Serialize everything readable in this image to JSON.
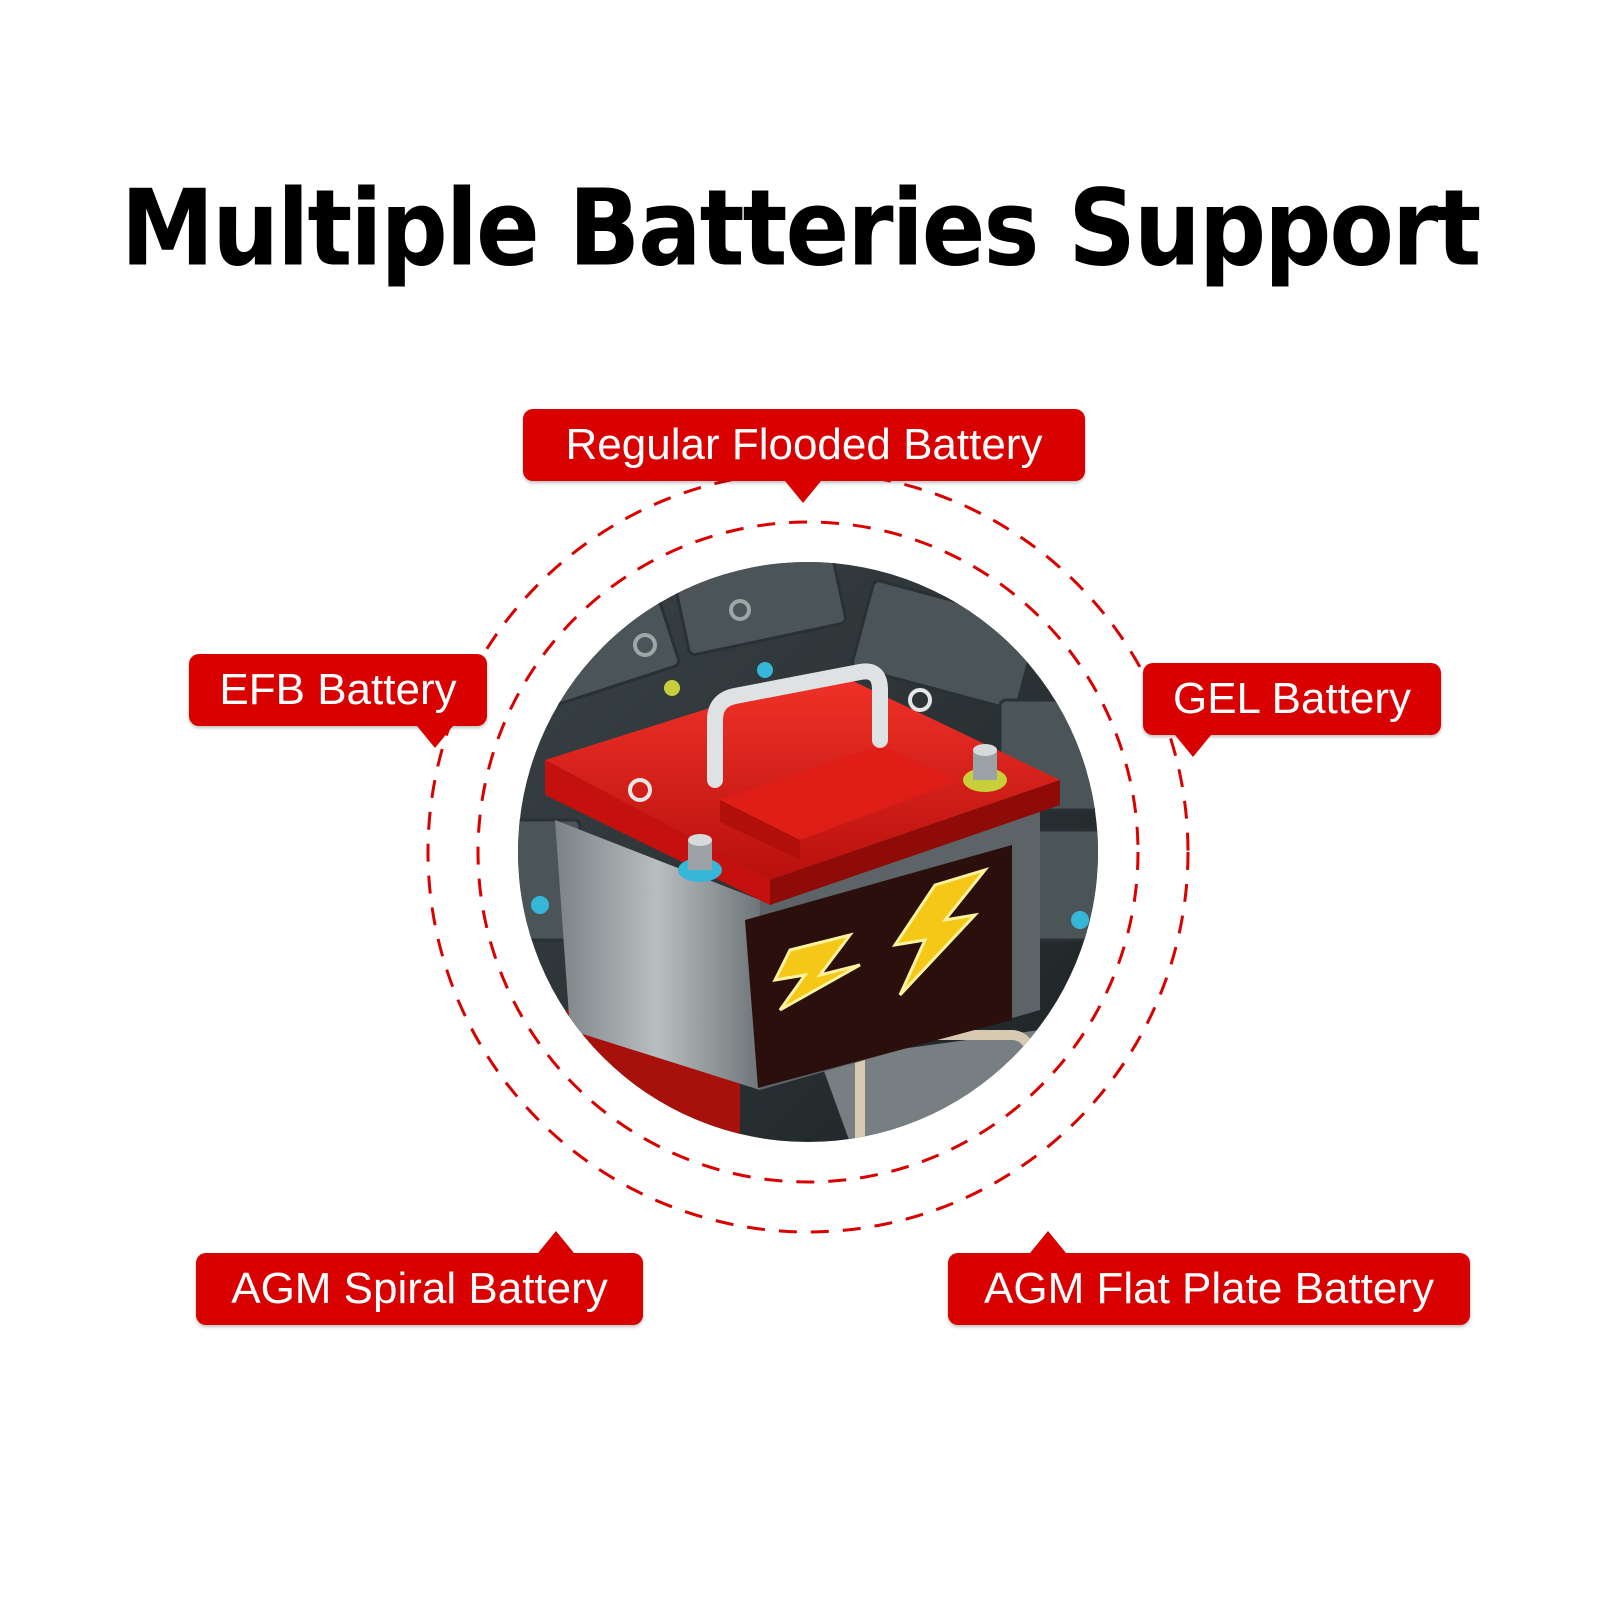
{
  "title": "Multiple Batteries Support",
  "labels": {
    "top": "Regular Flooded Battery",
    "left": "EFB Battery",
    "right": "GEL Battery",
    "bottom_left": "AGM Spiral Battery",
    "bottom_right": "AGM Flat Plate Battery"
  },
  "colors": {
    "accent": "#d90000",
    "dashed_ring": "#d90000",
    "text": "#000000"
  },
  "illustration": "car-battery-icon"
}
